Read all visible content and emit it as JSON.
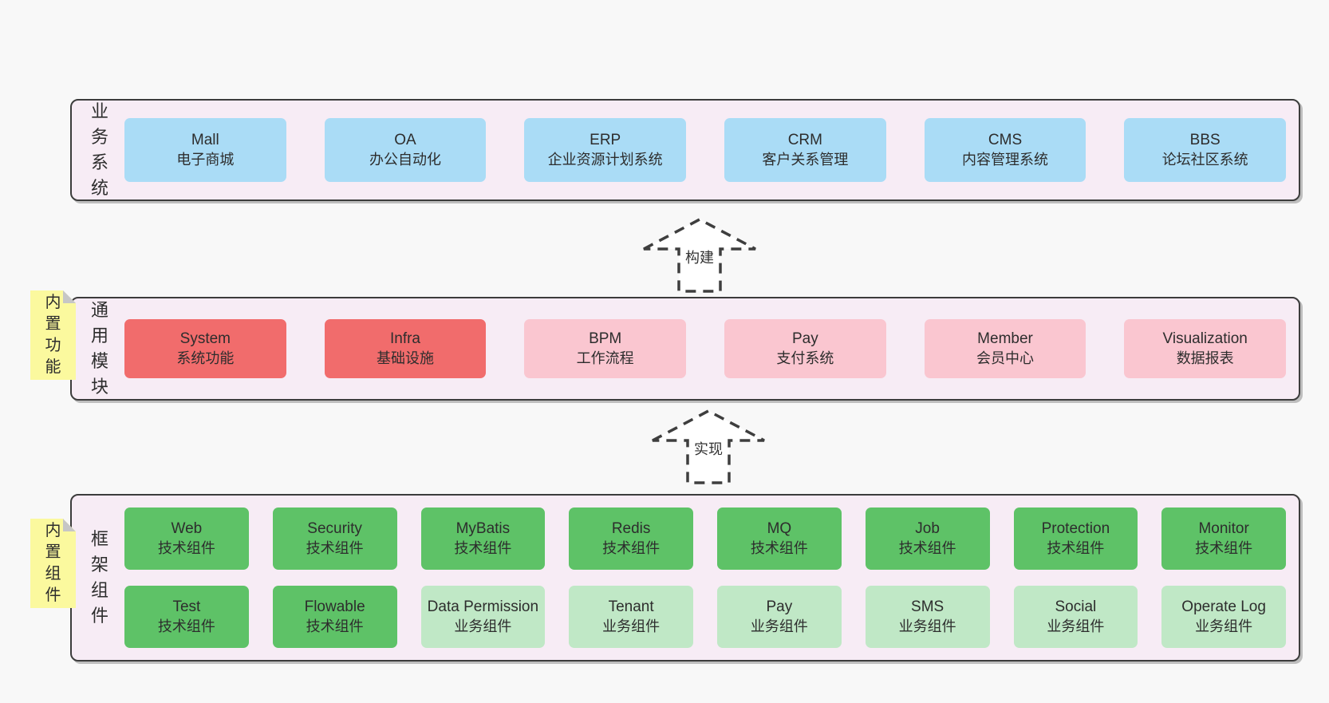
{
  "layers": {
    "business": {
      "label": "业务系统",
      "boxes": [
        {
          "name": "Mall",
          "subtitle": "电子商城"
        },
        {
          "name": "OA",
          "subtitle": "办公自动化"
        },
        {
          "name": "ERP",
          "subtitle": "企业资源计划系统"
        },
        {
          "name": "CRM",
          "subtitle": "客户关系管理"
        },
        {
          "name": "CMS",
          "subtitle": "内容管理系统"
        },
        {
          "name": "BBS",
          "subtitle": "论坛社区系统"
        }
      ]
    },
    "modules": {
      "label": "通用模块",
      "note": "内置功能",
      "boxes": [
        {
          "name": "System",
          "subtitle": "系统功能"
        },
        {
          "name": "Infra",
          "subtitle": "基础设施"
        },
        {
          "name": "BPM",
          "subtitle": "工作流程"
        },
        {
          "name": "Pay",
          "subtitle": "支付系统"
        },
        {
          "name": "Member",
          "subtitle": "会员中心"
        },
        {
          "name": "Visualization",
          "subtitle": "数据报表"
        }
      ]
    },
    "components": {
      "label": "框架组件",
      "note": "内置组件",
      "row1": [
        {
          "name": "Web",
          "subtitle": "技术组件"
        },
        {
          "name": "Security",
          "subtitle": "技术组件"
        },
        {
          "name": "MyBatis",
          "subtitle": "技术组件"
        },
        {
          "name": "Redis",
          "subtitle": "技术组件"
        },
        {
          "name": "MQ",
          "subtitle": "技术组件"
        },
        {
          "name": "Job",
          "subtitle": "技术组件"
        },
        {
          "name": "Protection",
          "subtitle": "技术组件"
        },
        {
          "name": "Monitor",
          "subtitle": "技术组件"
        }
      ],
      "row2": [
        {
          "name": "Test",
          "subtitle": "技术组件"
        },
        {
          "name": "Flowable",
          "subtitle": "技术组件"
        },
        {
          "name": "Data Permission",
          "subtitle": "业务组件"
        },
        {
          "name": "Tenant",
          "subtitle": "业务组件"
        },
        {
          "name": "Pay",
          "subtitle": "业务组件"
        },
        {
          "name": "SMS",
          "subtitle": "业务组件"
        },
        {
          "name": "Social",
          "subtitle": "业务组件"
        },
        {
          "name": "Operate Log",
          "subtitle": "业务组件"
        }
      ]
    }
  },
  "arrows": {
    "build": "构建",
    "implement": "实现"
  },
  "colors": {
    "page_bg": "#f8f8f8",
    "layer_bg": "#f7ecf5",
    "layer_border": "#3c3c3c",
    "system_blue": "#aadcf6",
    "module_red": "#f16c6c",
    "module_pink": "#fac6d0",
    "tech_green": "#5ec267",
    "biz_green": "#c0e8c6",
    "note_yellow": "#fbf99e",
    "text": "#2d2d2d"
  }
}
